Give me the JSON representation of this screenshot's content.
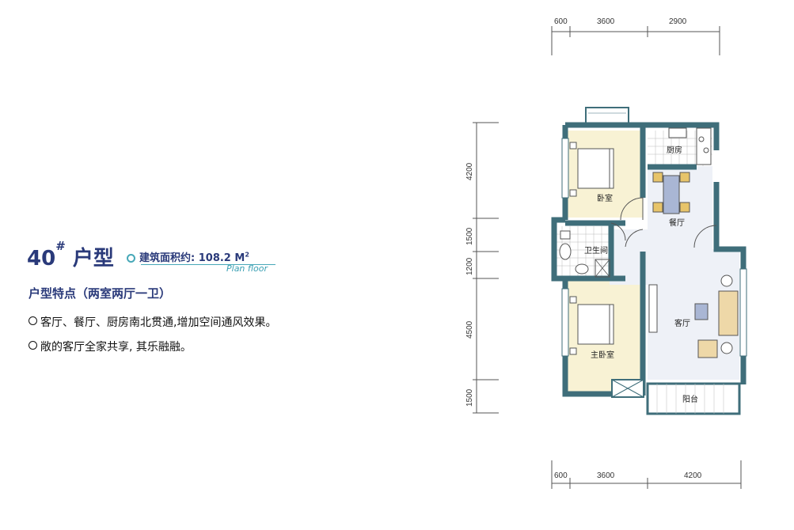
{
  "heading": {
    "number": "40",
    "mark": "#",
    "label": "户型"
  },
  "area": {
    "text": "建筑面积约: 108.2  M",
    "unit_sup": "2",
    "plan_floor": "Plan floor"
  },
  "features_title": "户型特点（两室两厅一卫）",
  "features": [
    "客厅、餐厅、厨房南北贯通,增加空间通风效果。",
    "敞的客厅全家共享, 其乐融融。"
  ],
  "dimensions": {
    "top": [
      "600",
      "3600",
      "2900"
    ],
    "bottom": [
      "600",
      "3600",
      "4200"
    ],
    "left": [
      "4200",
      "1500",
      "1200",
      "4500",
      "1500"
    ]
  },
  "rooms": {
    "bedroom": "卧室",
    "kitchen": "厨房",
    "dining": "餐厅",
    "bathroom": "卫生间",
    "living": "客厅",
    "master_bedroom": "主卧室",
    "balcony": "阳台"
  },
  "colors": {
    "wall": "#3f6e7a",
    "bedroom_fill": "#f8f2d4",
    "living_fill": "#eef1f7",
    "heading": "#2a3a7a",
    "accent": "#47a8b8"
  }
}
